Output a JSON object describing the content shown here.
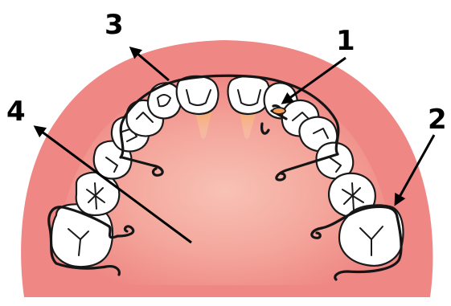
{
  "callouts": {
    "c1": "1",
    "c2": "2",
    "c3": "3",
    "c4": "4"
  },
  "colors": {
    "background": "#ffffff",
    "palate_outer": "#f08a87",
    "palate_inner": "#f6b0a6",
    "tooth": "#ffffff",
    "wire": "#151515",
    "root": "#f39a54"
  },
  "icons": {
    "callout_arrow": "arrowhead"
  }
}
